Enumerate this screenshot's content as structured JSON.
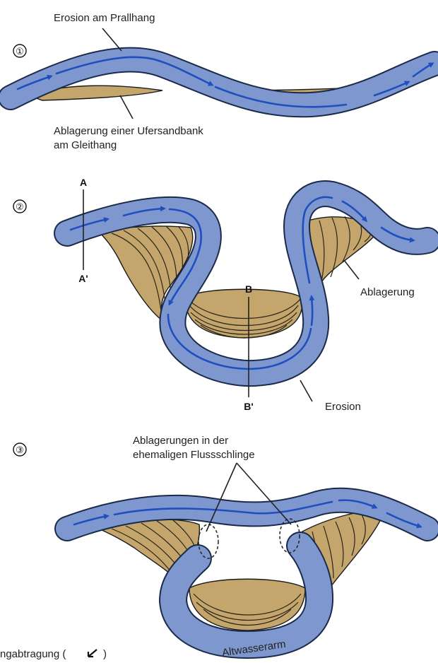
{
  "colors": {
    "river": "#7e98cf",
    "river_edge": "#1a2a4a",
    "flow_arrow": "#1f4fbf",
    "sediment": "#c4a66c",
    "text": "#222222"
  },
  "stage1": {
    "number": "①",
    "label_erosion": "Erosion am Prallhang",
    "label_deposit_line1": "Ablagerung einer Ufersandbank",
    "label_deposit_line2": "am Gleithang"
  },
  "stage2": {
    "number": "②",
    "section_a_top": "A",
    "section_a_bottom": "A'",
    "section_b_top": "B",
    "section_b_bottom": "B'",
    "label_deposit": "Ablagerung",
    "label_erosion": "Erosion"
  },
  "stage3": {
    "number": "③",
    "label_line1": "Ablagerungen in der",
    "label_line2": "ehemaligen Flussschlinge",
    "label_oxbow": "Altwasserarm"
  },
  "footer": {
    "caption": "ngabtragung (",
    "caption_end": ")"
  }
}
